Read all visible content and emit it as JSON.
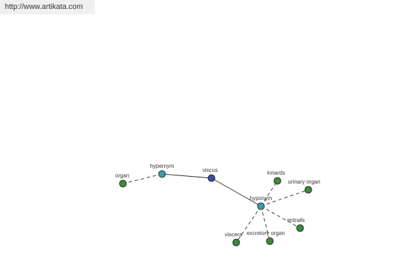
{
  "header": {
    "url": "http://www.artikata.com"
  },
  "graph": {
    "nodes": [
      {
        "id": "viscus",
        "label": "viscus",
        "role": "center",
        "color": "#3b4fa0"
      },
      {
        "id": "hypernym",
        "label": "hypernym",
        "role": "relation",
        "color": "#3f9aa8"
      },
      {
        "id": "hyponym",
        "label": "hyponym",
        "role": "relation",
        "color": "#3f9aa8"
      },
      {
        "id": "organ",
        "label": "organ",
        "role": "word",
        "color": "#3c8a3c"
      },
      {
        "id": "innards",
        "label": "innards",
        "role": "word",
        "color": "#3c8a3c"
      },
      {
        "id": "urinary-organ",
        "label": "urinary organ",
        "role": "word",
        "color": "#3c8a3c"
      },
      {
        "id": "entrails",
        "label": "entrails",
        "role": "word",
        "color": "#3c8a3c"
      },
      {
        "id": "excretory-organ",
        "label": "excretory organ",
        "role": "word",
        "color": "#3c8a3c"
      },
      {
        "id": "viscera",
        "label": "viscera",
        "role": "word",
        "color": "#3c8a3c"
      }
    ],
    "edges": [
      {
        "from": "viscus",
        "to": "hypernym",
        "style": "solid"
      },
      {
        "from": "viscus",
        "to": "hyponym",
        "style": "solid"
      },
      {
        "from": "hypernym",
        "to": "organ",
        "style": "dashed"
      },
      {
        "from": "hyponym",
        "to": "innards",
        "style": "dashed"
      },
      {
        "from": "hyponym",
        "to": "urinary-organ",
        "style": "dashed"
      },
      {
        "from": "hyponym",
        "to": "entrails",
        "style": "dashed"
      },
      {
        "from": "hyponym",
        "to": "excretory-organ",
        "style": "dashed"
      },
      {
        "from": "hyponym",
        "to": "viscera",
        "style": "dashed"
      }
    ]
  }
}
